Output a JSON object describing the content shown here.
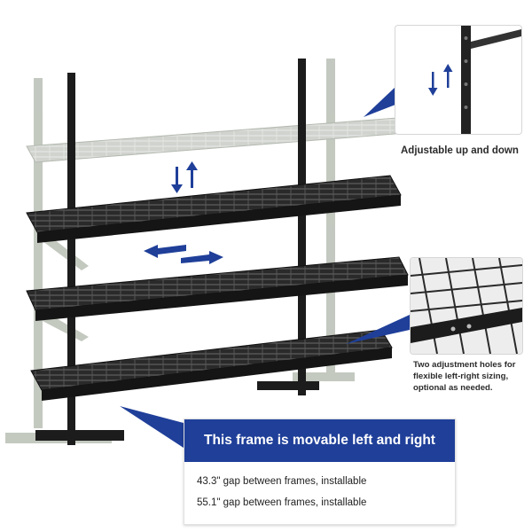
{
  "callouts": {
    "adjustable": "Adjustable up and down",
    "holes": "Two adjustment holes for\nflexible left-right sizing,\noptional as needed."
  },
  "info_card": {
    "title": "This frame is movable left and right",
    "rows": [
      "43.3\" gap between frames, installable",
      "55.1\" gap between frames, installable"
    ]
  },
  "colors": {
    "accent": "#1f3f99",
    "frame_dark": "#1c1c1c",
    "frame_ghost": "#b9c0b5"
  }
}
